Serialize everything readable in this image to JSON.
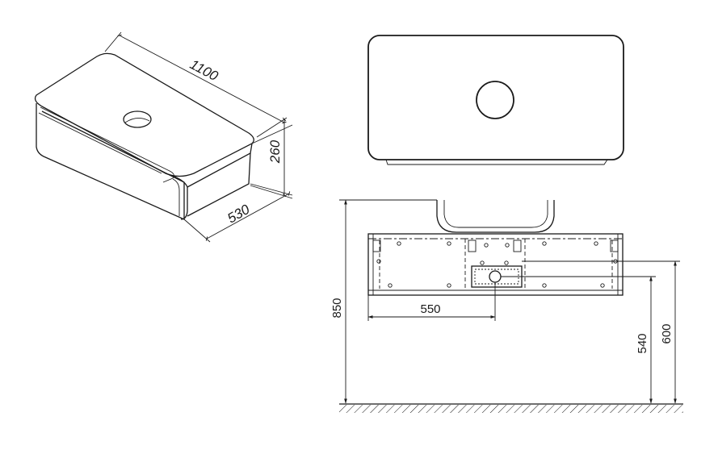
{
  "iso_view": {
    "length_label": "1100",
    "height_label": "260",
    "depth_label": "530"
  },
  "front_elevation": {
    "total_height_label": "850",
    "waste_offset_label": "550",
    "waste_height_label": "540",
    "supply_height_label": "600"
  }
}
